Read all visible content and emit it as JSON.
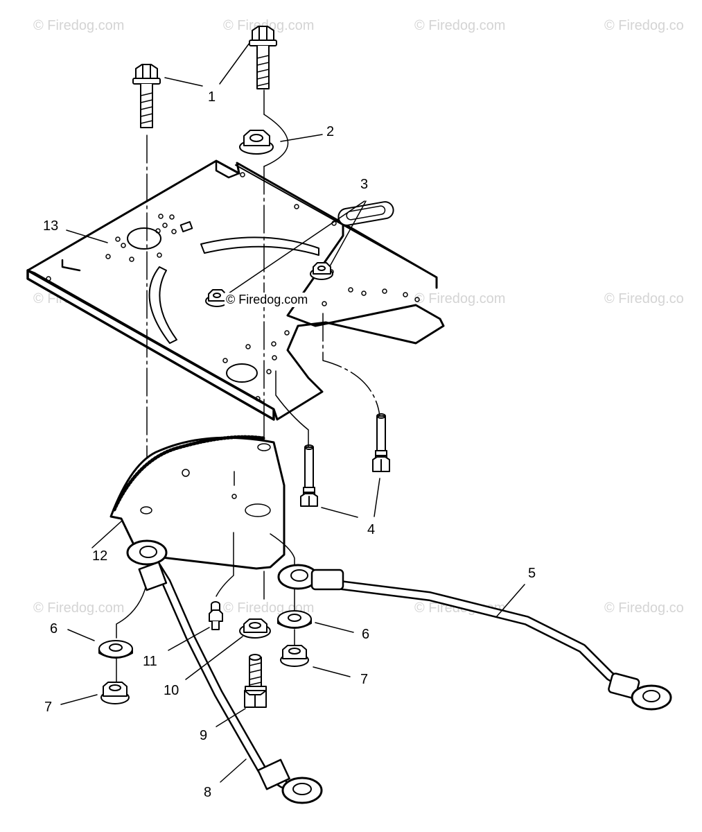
{
  "watermark": {
    "text": "© Firedog.com",
    "text_cut": "© Firedog.co",
    "center_text": "© Firedog.com"
  },
  "callouts": {
    "c1": "1",
    "c2": "2",
    "c3": "3",
    "c4": "4",
    "c5": "5",
    "c6a": "6",
    "c6b": "6",
    "c7a": "7",
    "c7b": "7",
    "c8": "8",
    "c9": "9",
    "c10": "10",
    "c11": "11",
    "c12": "12",
    "c13": "13"
  },
  "colors": {
    "line": "#000000",
    "watermark": "#d4d4d4",
    "background": "#ffffff"
  }
}
